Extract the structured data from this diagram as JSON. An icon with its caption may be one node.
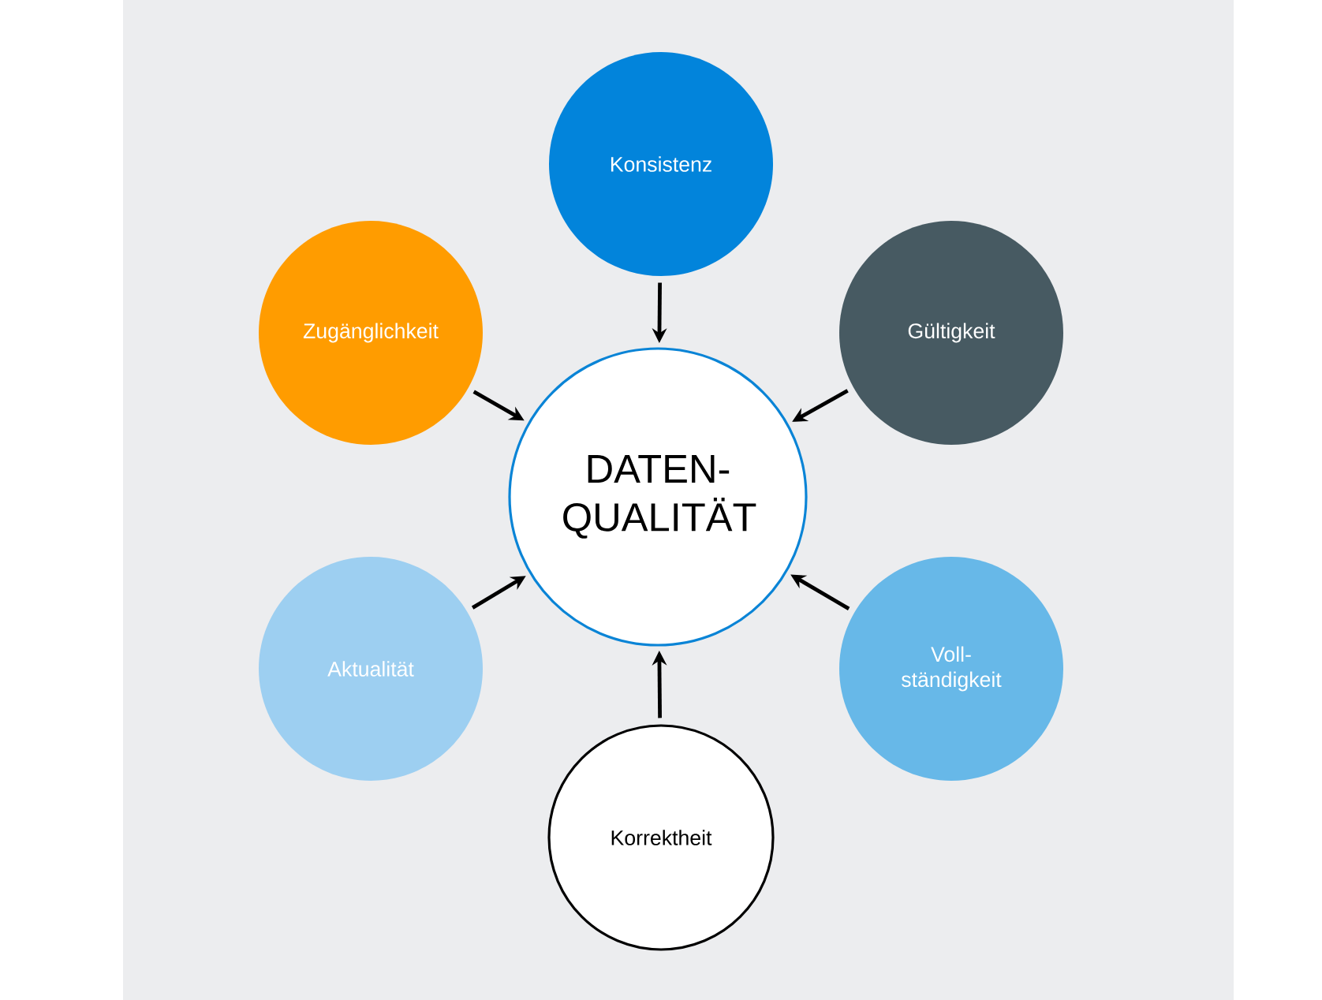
{
  "diagram": {
    "nodes": [
      {
        "text": [
          "Konsistenz"
        ]
      },
      {
        "text": [
          "Zugänglichkeit"
        ]
      },
      {
        "text": [
          "Gültigkeit"
        ]
      },
      {
        "text": [
          "DATEN- QUALITÄT"
        ]
      },
      {
        "text": [
          "Aktualität"
        ]
      },
      {
        "text": [
          "Voll- ständigkeit"
        ]
      },
      {
        "text": [
          "Korrektheit"
        ]
      }
    ],
    "edges": [
      {
        "from": 0,
        "to": 3,
        "arrow": "to"
      },
      {
        "from": 1,
        "to": 3,
        "arrow": "to"
      },
      {
        "from": 2,
        "to": 3,
        "arrow": "to"
      },
      {
        "from": 4,
        "to": 3,
        "arrow": "to"
      },
      {
        "from": 5,
        "to": 3,
        "arrow": "to"
      },
      {
        "from": 6,
        "to": 3,
        "arrow": "to"
      }
    ]
  }
}
